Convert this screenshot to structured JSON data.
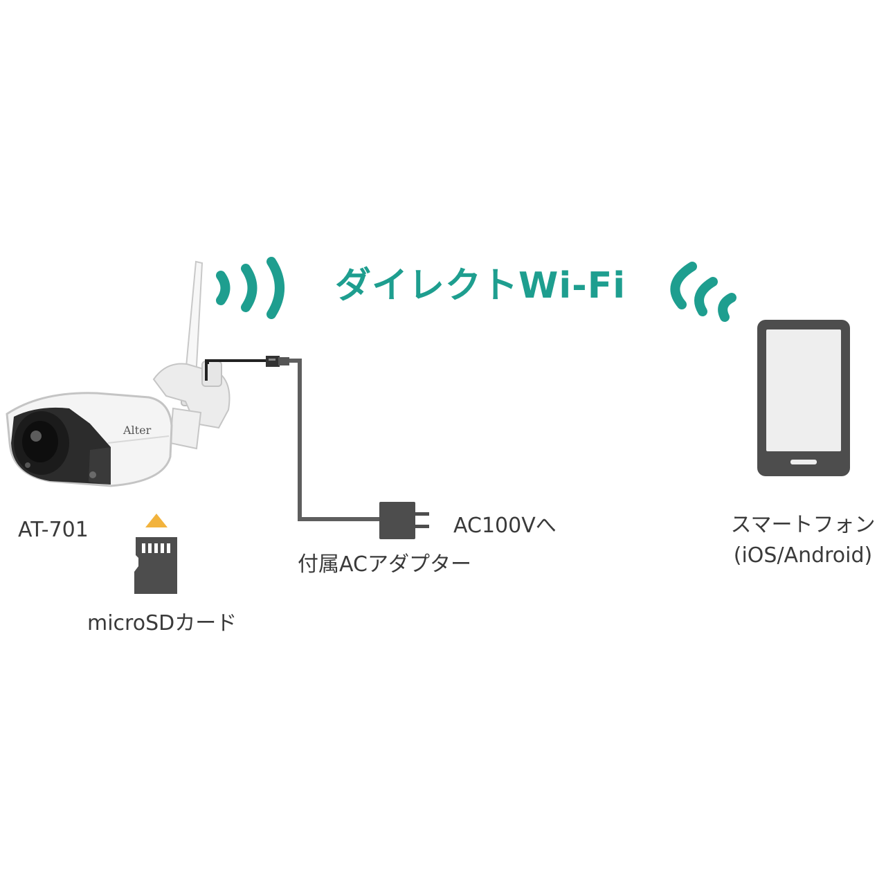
{
  "title": "ダイレクトWi-Fi",
  "labels": {
    "camera_model": "AT-701",
    "brand": "Alter",
    "microsd": "microSDカード",
    "adapter": "付属ACアダプター",
    "power": "AC100Vへ",
    "smartphone_line1": "スマートフォン",
    "smartphone_line2": "(iOS/Android)"
  },
  "colors": {
    "accent": "#1e9e8f",
    "cable": "#5a5a5a",
    "device_dark": "#4d4d4d",
    "screen": "#eeeeee",
    "arrow": "#f2b33d"
  },
  "icons": [
    "camera-icon",
    "wifi-waves-icon",
    "microsd-card-icon",
    "ac-adapter-icon",
    "smartphone-icon",
    "arrow-up-icon"
  ]
}
